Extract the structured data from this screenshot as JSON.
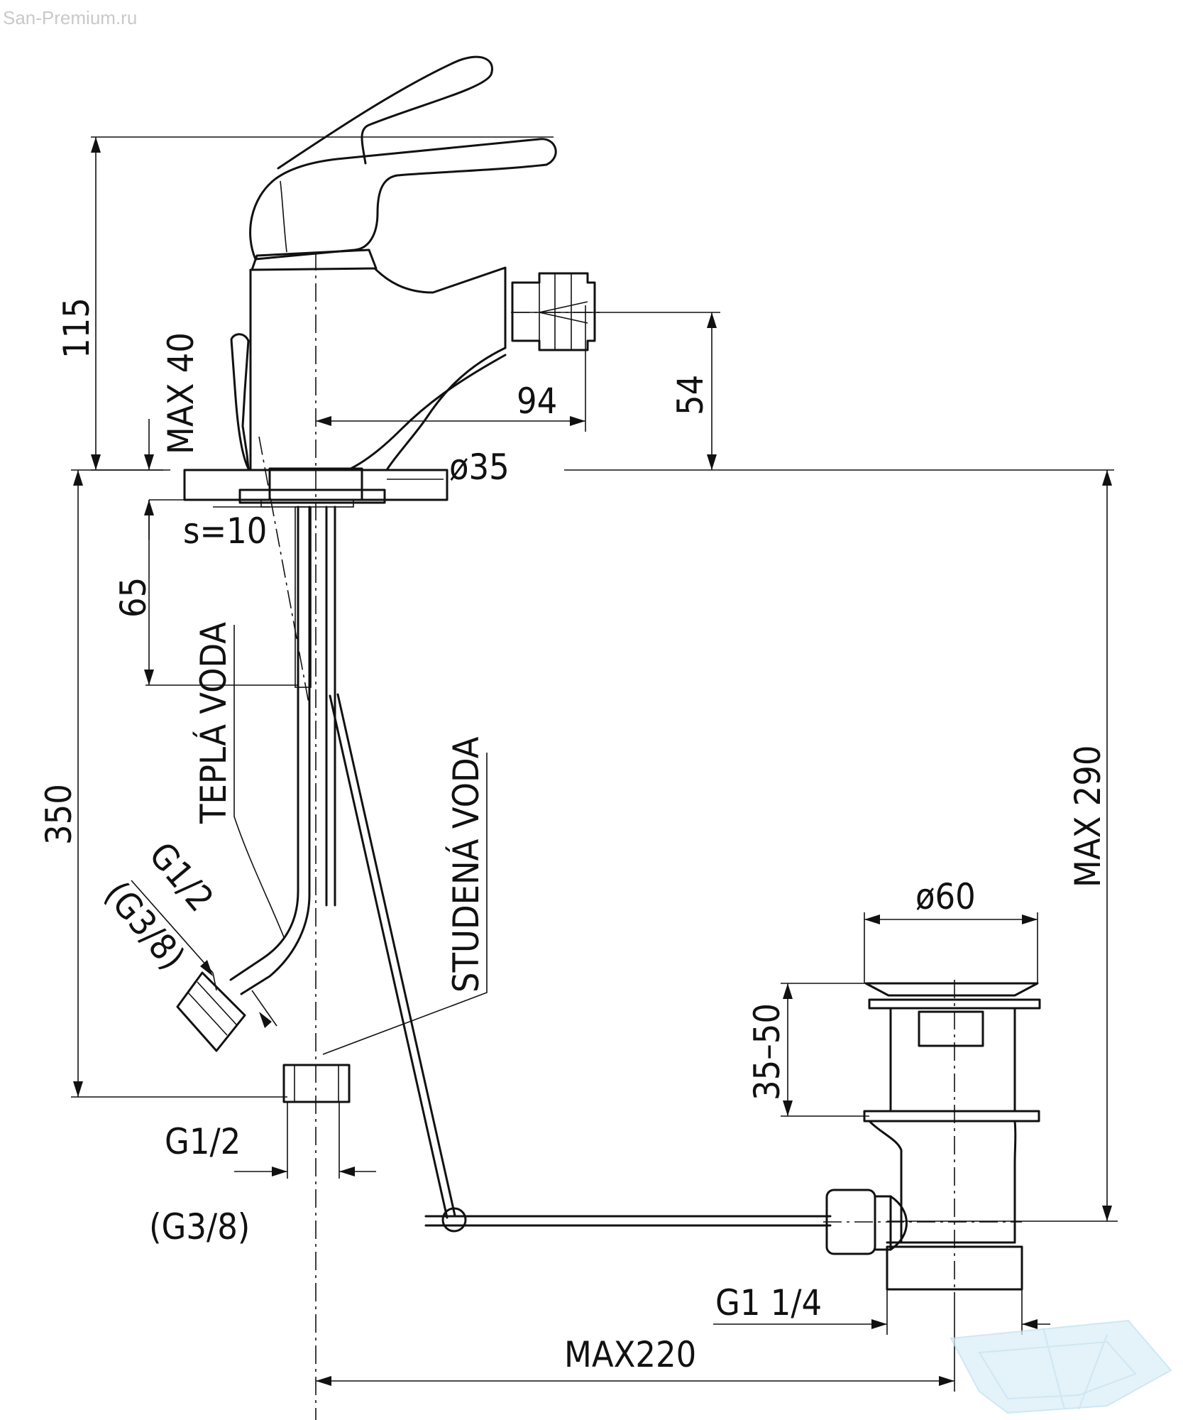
{
  "watermark": {
    "text": "San-Premium.ru"
  },
  "labels": {
    "h115": "115",
    "max40": "MAX 40",
    "d94": "94",
    "d54": "54",
    "phi35": "ø35",
    "s10": "s=10",
    "d65": "65",
    "tepla": "TEPLÁ VODA",
    "studena": "STUDENÁ VODA",
    "d350": "350",
    "g12_upper": "G1/2",
    "g38_upper": "(G3/8)",
    "max290": "MAX 290",
    "phi60": "ø60",
    "d3550": "35–50",
    "g12_lower": "G1/2",
    "g38_lower": "(G3/8)",
    "g114": "G1 1/4",
    "max220": "MAX220"
  },
  "logo": {
    "icon": "bathtub-logo-icon"
  }
}
